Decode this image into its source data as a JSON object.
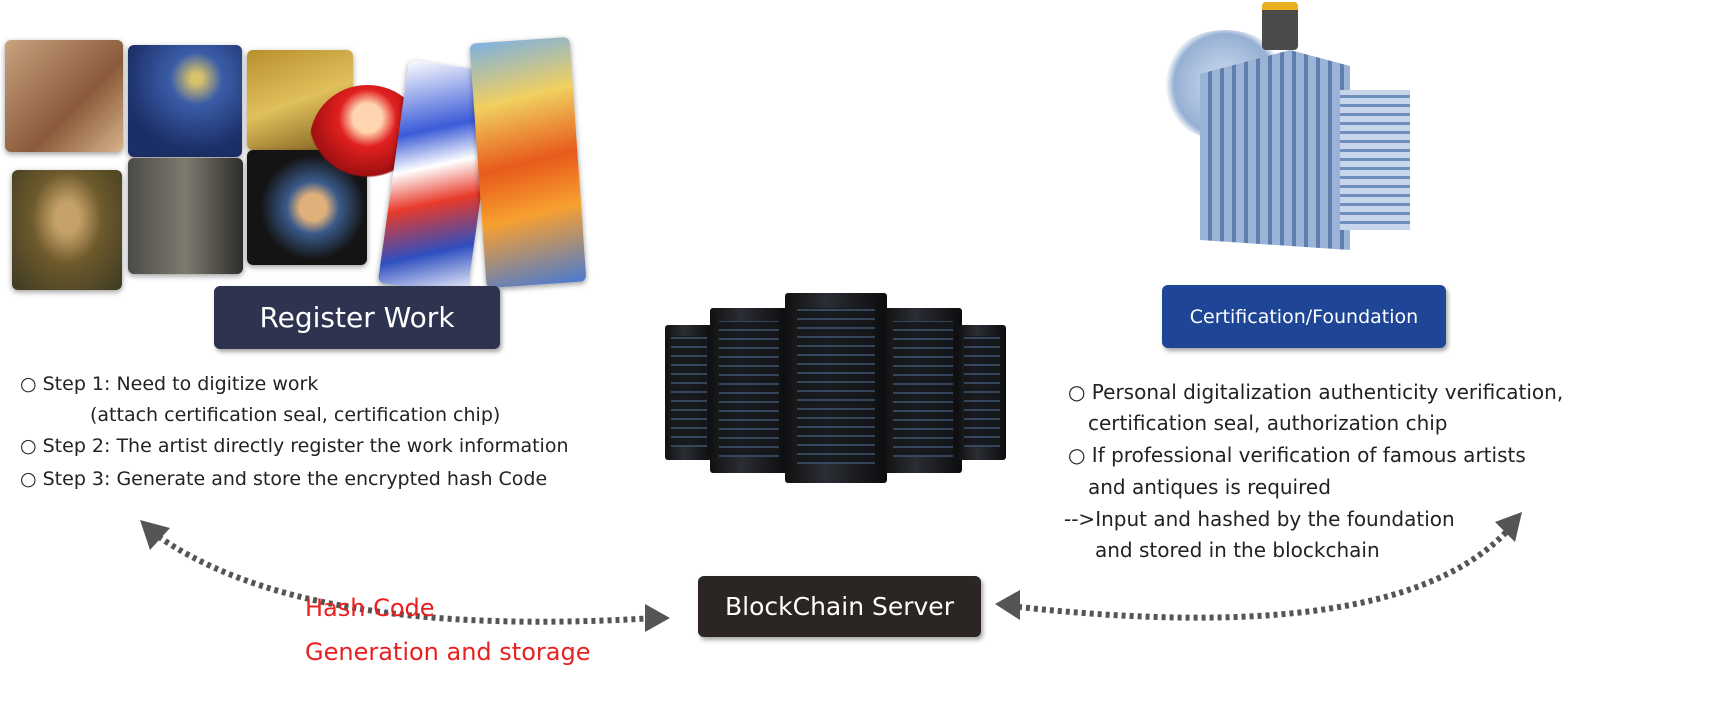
{
  "register": {
    "title": "Register Work",
    "steps": [
      "○  Step 1: Need to digitize work",
      "(attach certification seal, certification chip)",
      "○  Step 2: The artist directly register the work information",
      "○  Step 3: Generate and store the encrypted hash Code"
    ]
  },
  "certification": {
    "title": "Certification/Foundation",
    "lines": [
      "○  Personal digitalization authenticity verification,",
      "certification seal, authorization chip",
      "○  If professional verification of famous artists",
      "and antiques is required",
      "-->Input and hashed by the foundation",
      "and stored in the blockchain"
    ]
  },
  "server": {
    "title": "BlockChain Server"
  },
  "hash": {
    "line1": "Hash Code",
    "line2": "Generation and storage"
  },
  "colors": {
    "register": "#2e3350",
    "certification": "#1f4596",
    "server": "#2b2523",
    "red": "#e8201f",
    "arrow": "#555555"
  }
}
